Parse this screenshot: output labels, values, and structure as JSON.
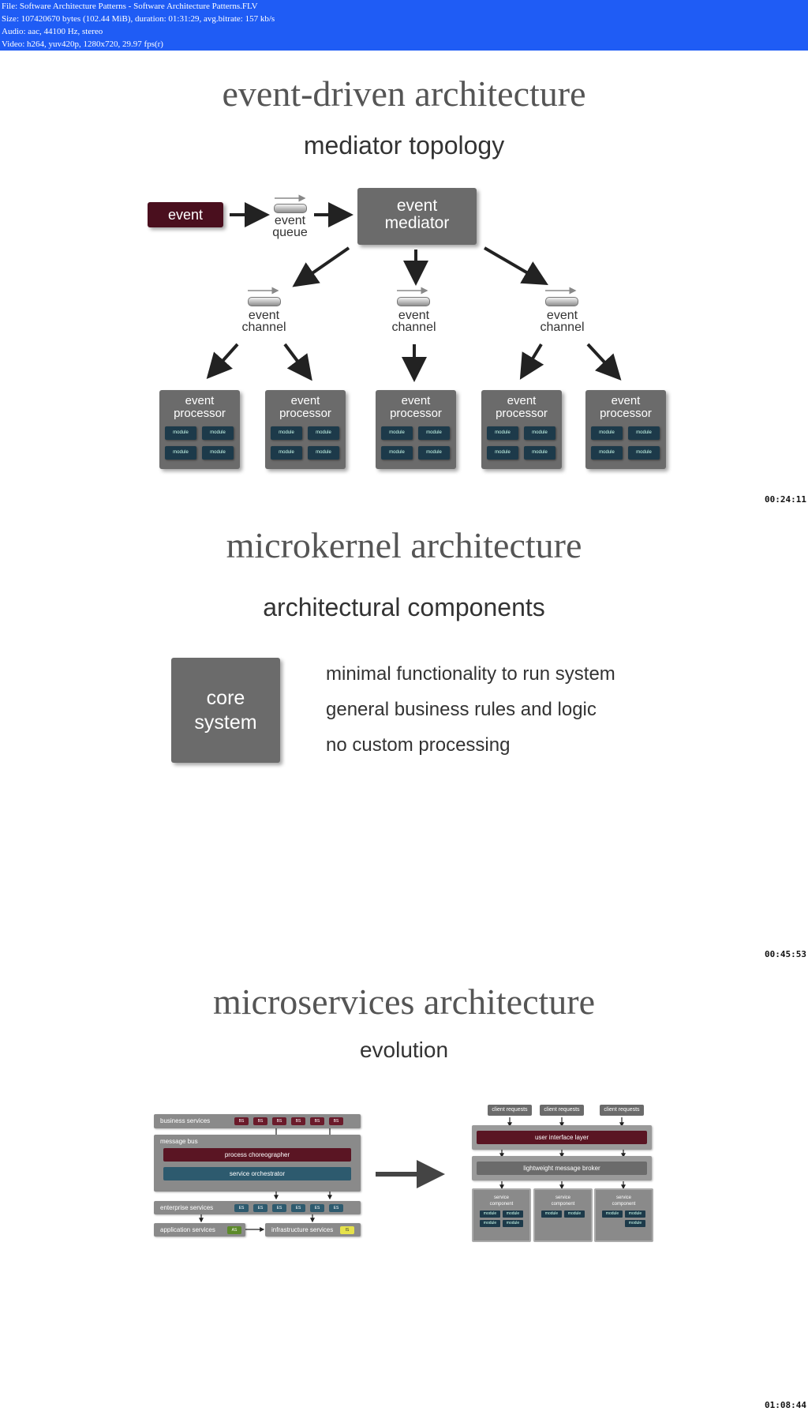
{
  "header": {
    "file_line": "File: Software Architecture Patterns - Software Architecture Patterns.FLV",
    "size_line": "Size: 107420670 bytes (102.44 MiB), duration: 01:31:29, avg.bitrate: 157 kb/s",
    "audio_line": "Audio: aac, 44100 Hz, stereo",
    "video_line": "Video: h264, yuv420p, 1280x720, 29.97 fps(r)"
  },
  "panel1": {
    "title": "event-driven architecture",
    "subtitle": "mediator topology",
    "event_label": "event",
    "queue_label_1": "event",
    "queue_label_2": "queue",
    "mediator_label_1": "event",
    "mediator_label_2": "mediator",
    "channel_label_1": "event",
    "channel_label_2": "channel",
    "processor_label_1": "event",
    "processor_label_2": "processor",
    "module_label": "module",
    "timestamp": "00:24:11"
  },
  "panel2": {
    "title": "microkernel architecture",
    "subtitle": "architectural components",
    "core_label_1": "core",
    "core_label_2": "system",
    "bullets": [
      "minimal functionality to run system",
      "general business rules and logic",
      "no custom processing"
    ],
    "timestamp": "00:45:53"
  },
  "panel3": {
    "title": "microservices architecture",
    "subtitle": "evolution",
    "business_services": "business services",
    "message_bus": "message bus",
    "process_choreographer": "process choreographer",
    "service_orchestrator": "service orchestrator",
    "enterprise_services": "enterprise services",
    "application_services": "application services",
    "infrastructure_services": "infrastructure services",
    "bs_chip": "BS",
    "es_chip": "ES",
    "as_chip": "AS",
    "is_chip": "IS",
    "client_requests": "client requests",
    "ui_layer": "user interface layer",
    "message_broker": "lightweight message broker",
    "service_component_1": "service",
    "service_component_2": "component",
    "module_label": "module",
    "timestamp": "01:08:44"
  },
  "colors": {
    "header_bg": "#1f5cf5",
    "event_box": "#4a0f1e",
    "box_gray": "#6b6b6b",
    "module_blue": "#1d3a4a",
    "chip_maroon": "#6a1a2a",
    "chip_teal": "#2d5a6e",
    "chip_green": "#5c8a2a",
    "chip_yellow": "#e6e24a"
  }
}
